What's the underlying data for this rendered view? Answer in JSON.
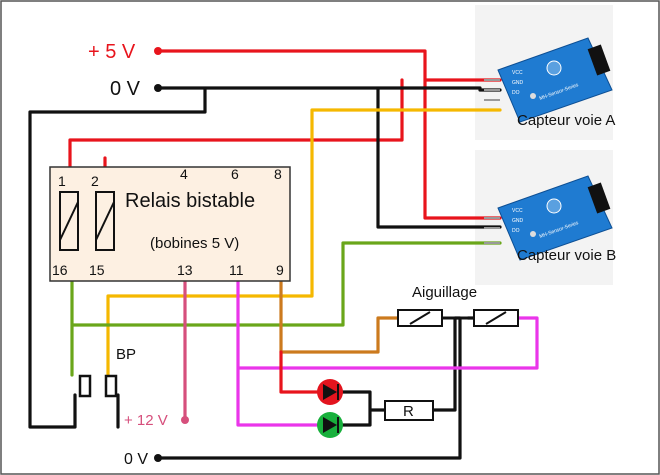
{
  "supply": {
    "plus5_label": "+ 5 V",
    "zero_top_label": "0 V",
    "zero_bottom_label": "0 V",
    "plus12_label": "+ 12 V"
  },
  "relay": {
    "title": "Relais bistable",
    "subtitle": "(bobines 5 V)",
    "pins": {
      "p1": "1",
      "p2": "2",
      "p4": "4",
      "p6": "6",
      "p8": "8",
      "p16": "16",
      "p15": "15",
      "p13": "13",
      "p11": "11",
      "p9": "9"
    }
  },
  "sensors": {
    "a_label": "Capteur voie A",
    "b_label": "Capteur voie B",
    "board_text": "MH-Sensor-Series",
    "pin_vcc": "VCC",
    "pin_gnd": "GND",
    "pin_do": "DO"
  },
  "components": {
    "bp_label": "BP",
    "aiguillage_label": "Aiguillage",
    "resistor_label": "R"
  },
  "colors": {
    "red": "#e8141c",
    "black": "#111111",
    "yellow": "#f5b800",
    "green": "#6aa61a",
    "pink": "#d64f7c",
    "magenta": "#ea35ea",
    "orange": "#cc7a1e",
    "led_red": "#e3141e",
    "led_green": "#18b03c",
    "board_blue": "#1f7bd1",
    "relay_fill": "#fdf0e2"
  }
}
